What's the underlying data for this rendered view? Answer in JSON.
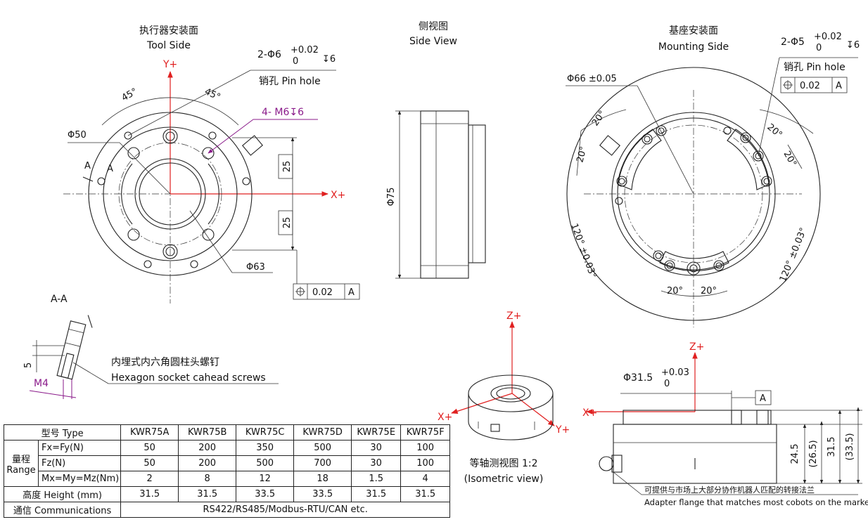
{
  "tool_side": {
    "title_cn": "执行器安装面",
    "title_en": "Tool Side",
    "axis_y": "Y+",
    "axis_x": "X+",
    "pin_spec_dia": "2-Φ6",
    "pin_tol_upper": "+0.02",
    "pin_tol_lower": "0",
    "pin_depth": "↧6",
    "pin_label": "销孔 Pin hole",
    "thread_label": "4- M6↧6",
    "dia50": "Φ50",
    "dia63": "Φ63",
    "angle_left": "45°",
    "angle_right": "45°",
    "dim_upper": "25",
    "dim_lower": "25",
    "section_mark": "A",
    "flatness_value": "0.02",
    "flatness_datum": "A"
  },
  "side_view": {
    "title_cn": "侧视图",
    "title_en": "Side View",
    "dia75": "Φ75"
  },
  "mounting_side": {
    "title_cn": "基座安装面",
    "title_en": "Mounting Side",
    "pin_spec_dia": "2-Φ5",
    "pin_tol_upper": "+0.02",
    "pin_tol_lower": "0",
    "pin_depth": "↧6",
    "pin_label": "销孔 Pin hole",
    "position_tol": "0.02",
    "position_datum": "A",
    "dia66": "Φ66 ±0.05",
    "angle_20": "20°",
    "angle_120": "120° ±0.03°"
  },
  "section_aa": {
    "title": "A-A",
    "dim_5": "5",
    "thread": "M4",
    "screw_cn": "内埋式内六角圆柱头螺钉",
    "screw_en": "Hexagon socket cahead screws"
  },
  "iso_view": {
    "axis_z": "Z+",
    "axis_x": "X+",
    "axis_y": "Y+",
    "caption_cn": "等轴测视图 1:2",
    "caption_en": "(Isometric view)"
  },
  "adapter_view": {
    "axis_z": "Z+",
    "axis_x": "X+",
    "dia": "Φ31.5",
    "tol_upper": "+0.03",
    "tol_lower": "0",
    "datum": "A",
    "h1": "24.5",
    "h2": "(26.5)",
    "h3": "31.5",
    "h4": "(33.5)",
    "note_cn": "可提供与市场上大部分协作机器人匹配的转接法兰",
    "note_en": "Adapter flange that matches most cobots on the market"
  },
  "spec_table": {
    "header": [
      "型号 Type",
      "KWR75A",
      "KWR75B",
      "KWR75C",
      "KWR75D",
      "KWR75E",
      "KWR75F"
    ],
    "range_label_cn": "量程",
    "range_label_en": "Range",
    "range_rows": [
      {
        "label": "Fx=Fy(N)",
        "values": [
          "50",
          "200",
          "350",
          "500",
          "30",
          "100"
        ]
      },
      {
        "label": "Fz(N)",
        "values": [
          "50",
          "200",
          "500",
          "700",
          "30",
          "100"
        ]
      },
      {
        "label": "Mx=My=Mz(Nm)",
        "values": [
          "2",
          "8",
          "12",
          "18",
          "1.5",
          "4"
        ]
      }
    ],
    "height_row": {
      "label": "高度 Height (mm)",
      "values": [
        "31.5",
        "31.5",
        "33.5",
        "33.5",
        "31.5",
        "31.5"
      ]
    },
    "comm_row": {
      "label": "通信 Communications",
      "value": "RS422/RS485/Modbus-RTU/CAN etc."
    }
  }
}
